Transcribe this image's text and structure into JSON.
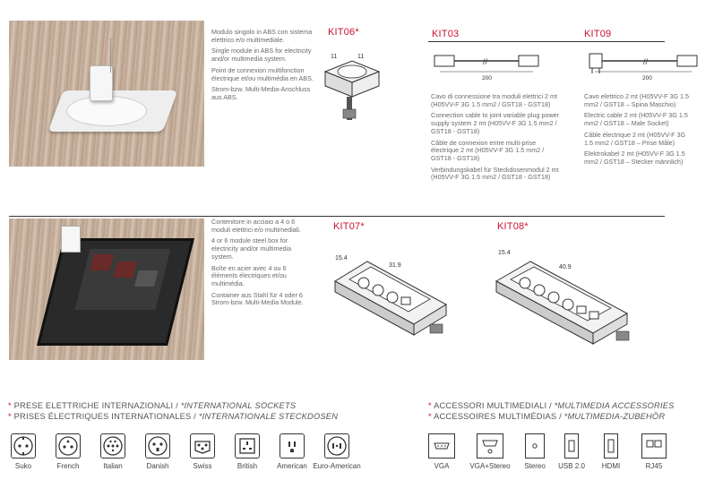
{
  "top_section": {
    "description": [
      "Modulo singolo in ABS con sistema elettrico e/o multimediale.",
      "Single module in ABS for electricity and/or multimedia system.",
      "Point de connexion multifonction électrique et/ou multimédia en ABS.",
      "Strom-bzw. Multi-Media-Anschluss aus ABS."
    ],
    "kit06": {
      "label": "KIT06*",
      "dim_left": "11",
      "dim_right": "11"
    },
    "kit03": {
      "label": "KIT03",
      "dim": "200",
      "description": [
        "Cavo di connessione tra moduli elettrici 2 mt (H05VV-F 3G 1.5 mm2 / GST18 - GST18)",
        "Connection cable to joint variable plug power supply system 2 mt (H05VV-F 3G 1.5 mm2 / GST18 - GST18)",
        "Câble de connexion entre multi-prise électrique 2 mt (H05VV-F 3G 1.5 mm2 / GST18 - GST18)",
        "Verbindungskabel für Steckdosenmodul 2 mt (H05VV-F 3G 1.5 mm2 / GST18 - GST18)"
      ]
    },
    "kit09": {
      "label": "KIT09",
      "dim": "200",
      "description": [
        "Cavo elettrico 2 mt (H05VV-F 3G 1.5 mm2 / GST18 – Spina Maschio)",
        "Electric cable 2 mt (H05VV-F 3G 1.5 mm2 / GST18 – Male Socket)",
        "Câble électrique 2 mt (H05VV-F 3G 1.5 mm2 / GST18 – Prise Mâle)",
        "Elektrokabel 2 mt (H05VV-F 3G 1.5 mm2 / GST18 – Stecker männlich)"
      ]
    }
  },
  "middle_section": {
    "description": [
      "Contenitore in acciaio a 4 o 6 moduli elettrici e/o multimediali.",
      "4 or 6 module steel box for electricity and/or multimedia system.",
      "Boîte en acier avec 4 ou 6 éléments électriques et/ou multimédia.",
      "Container aus Stahl für 4 oder 6 Strom-bzw. Multi-Media Module."
    ],
    "kit07": {
      "label": "KIT07*",
      "dim_small": "15.4",
      "dim_large": "31.9"
    },
    "kit08": {
      "label": "KIT08*",
      "dim_small": "15.4",
      "dim_large": "40.9"
    }
  },
  "sockets": {
    "heading_line1": {
      "star": "*",
      "text": "PRESE ELETTRICHE INTERNAZIONALI / ",
      "italic": "*INTERNATIONAL SOCKETS"
    },
    "heading_line2": {
      "star": "*",
      "text": "PRISES ÉLECTRIQUES INTERNATIONALES / ",
      "italic": "*INTERNATIONALE STECKDOSEN"
    },
    "items": [
      "Suko",
      "French",
      "Italian",
      "Danish",
      "Swiss",
      "British",
      "American",
      "Euro-American"
    ]
  },
  "accessories": {
    "heading_line1": {
      "star": "*",
      "text": "ACCESSORI MULTIMEDIALI / ",
      "italic": "*MULTIMEDIA ACCESSORIES"
    },
    "heading_line2": {
      "star": "*",
      "text": "ACCESSOIRES MULTIMÉDIAS / ",
      "italic": "*MULTIMEDIA-ZUBEHÖR"
    },
    "items": [
      "VGA",
      "VGA+Stereo",
      "Stereo",
      "USB 2.0",
      "HDMI",
      "RJ45"
    ]
  },
  "colors": {
    "accent": "#c8102e",
    "text": "#555555",
    "rule": "#333333"
  }
}
